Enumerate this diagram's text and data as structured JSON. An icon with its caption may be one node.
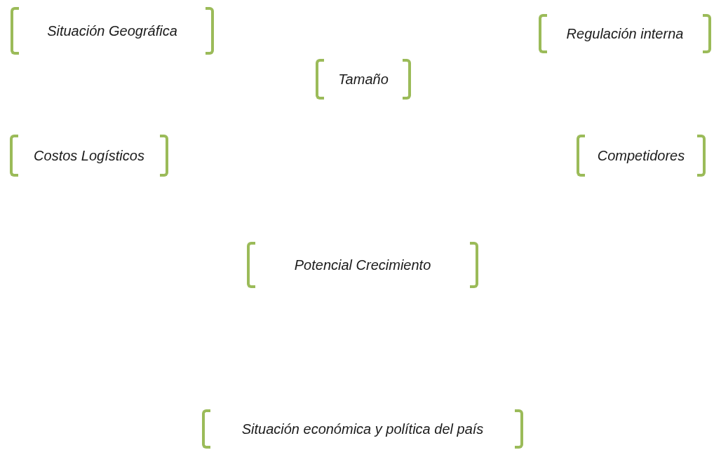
{
  "diagram": {
    "nodes": [
      {
        "text": [
          "Situación Geográfica"
        ]
      },
      {
        "text": [
          "Regulación interna"
        ]
      },
      {
        "text": [
          "Tamaño"
        ]
      },
      {
        "text": [
          "Costos Logísticos"
        ]
      },
      {
        "text": [
          "Competidores"
        ]
      },
      {
        "text": [
          "Potencial Crecimiento"
        ]
      },
      {
        "text": [
          "Situación económica y política del país"
        ]
      }
    ]
  }
}
